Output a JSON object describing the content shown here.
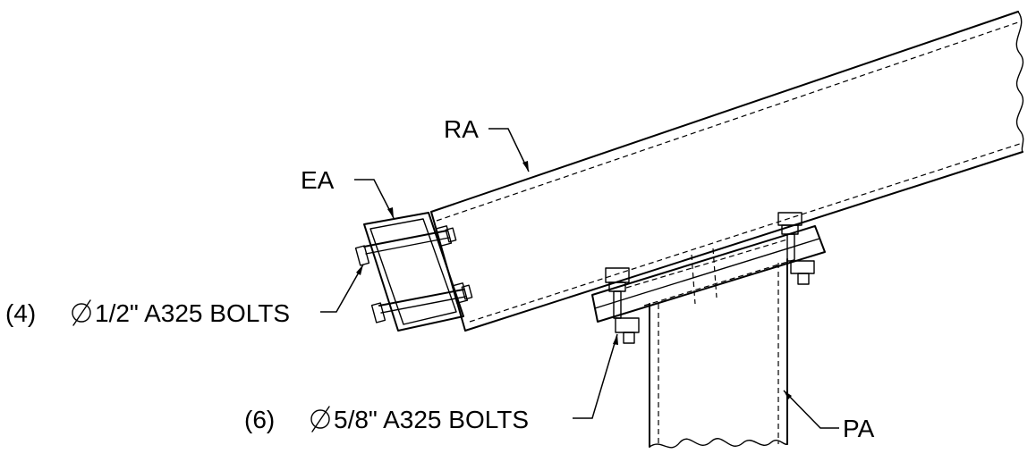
{
  "labels": {
    "rafter": "RA",
    "end_angle": "EA",
    "post": "PA",
    "small_bolts_qty": "(4)",
    "small_bolts_spec": "1/2\" A325 BOLTS",
    "large_bolts_qty": "(6)",
    "large_bolts_spec": "5/8\" A325 BOLTS"
  },
  "symbols": {
    "diameter": "diameter-symbol"
  }
}
